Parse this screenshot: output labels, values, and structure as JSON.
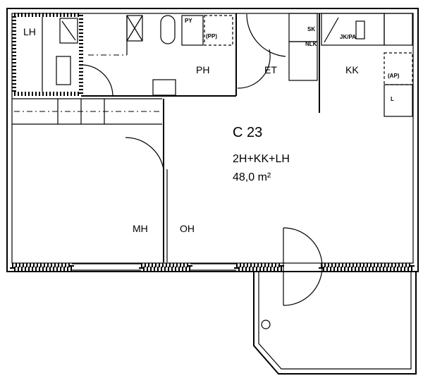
{
  "apartment": {
    "code": "C 23",
    "type": "2H+KK+LH",
    "area": "48,0 m²"
  },
  "rooms": {
    "sauna": "LH",
    "bathroom": "PH",
    "hall": "ET",
    "kitchen": "KK",
    "bedroom": "MH",
    "living_room": "OH"
  },
  "fixtures": {
    "py": "PY",
    "pp": "(PP)",
    "sk": "SK",
    "nlk": "NLK",
    "jkpa": "JK/PA",
    "ap": "(AP)",
    "l": "L"
  }
}
